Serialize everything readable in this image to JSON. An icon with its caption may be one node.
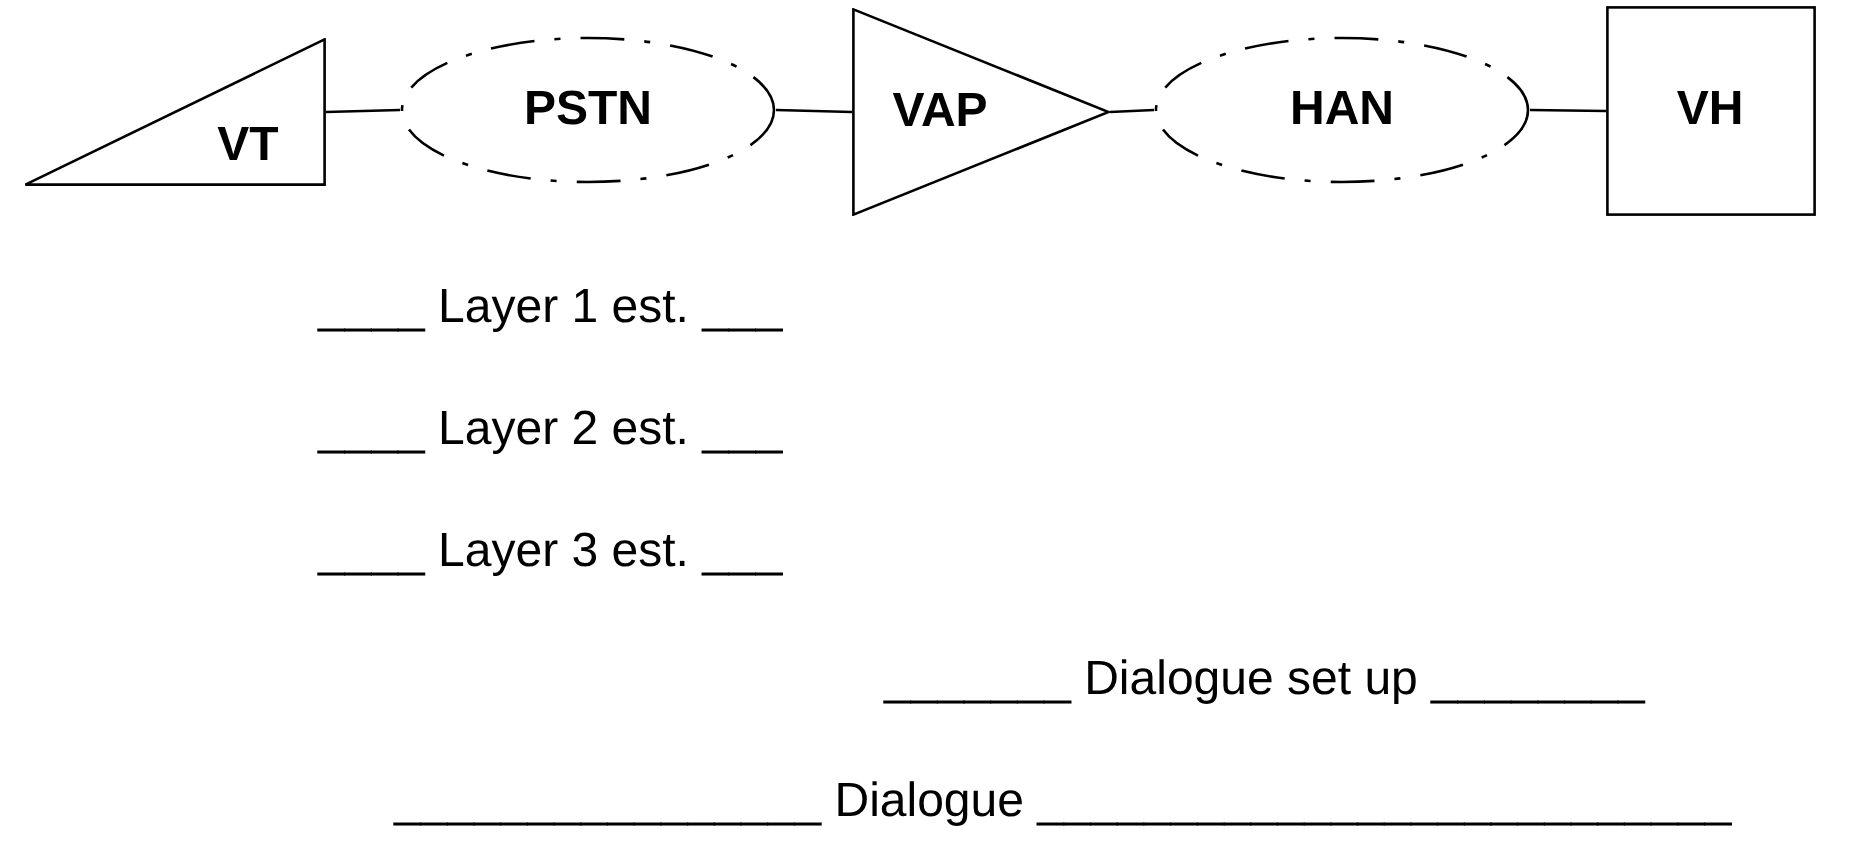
{
  "diagram": {
    "nodes": [
      {
        "text": [
          "VT"
        ]
      },
      {
        "text": [
          "PSTN"
        ]
      },
      {
        "text": [
          "VAP"
        ]
      },
      {
        "text": [
          "HAN"
        ]
      },
      {
        "text": [
          "VH"
        ]
      }
    ],
    "edges": [
      {
        "from": 0,
        "to": 1,
        "arrow": "none"
      },
      {
        "from": 1,
        "to": 2,
        "arrow": "none"
      },
      {
        "from": 2,
        "to": 3,
        "arrow": "none"
      },
      {
        "from": 3,
        "to": 4,
        "arrow": "none"
      }
    ],
    "labels": [
      "____ Layer 1 est. ___",
      "____ Layer 2 est. ___",
      "____ Layer 3 est. ___",
      "_______ Dialogue set up ________",
      "________________ Dialogue __________________________"
    ]
  }
}
